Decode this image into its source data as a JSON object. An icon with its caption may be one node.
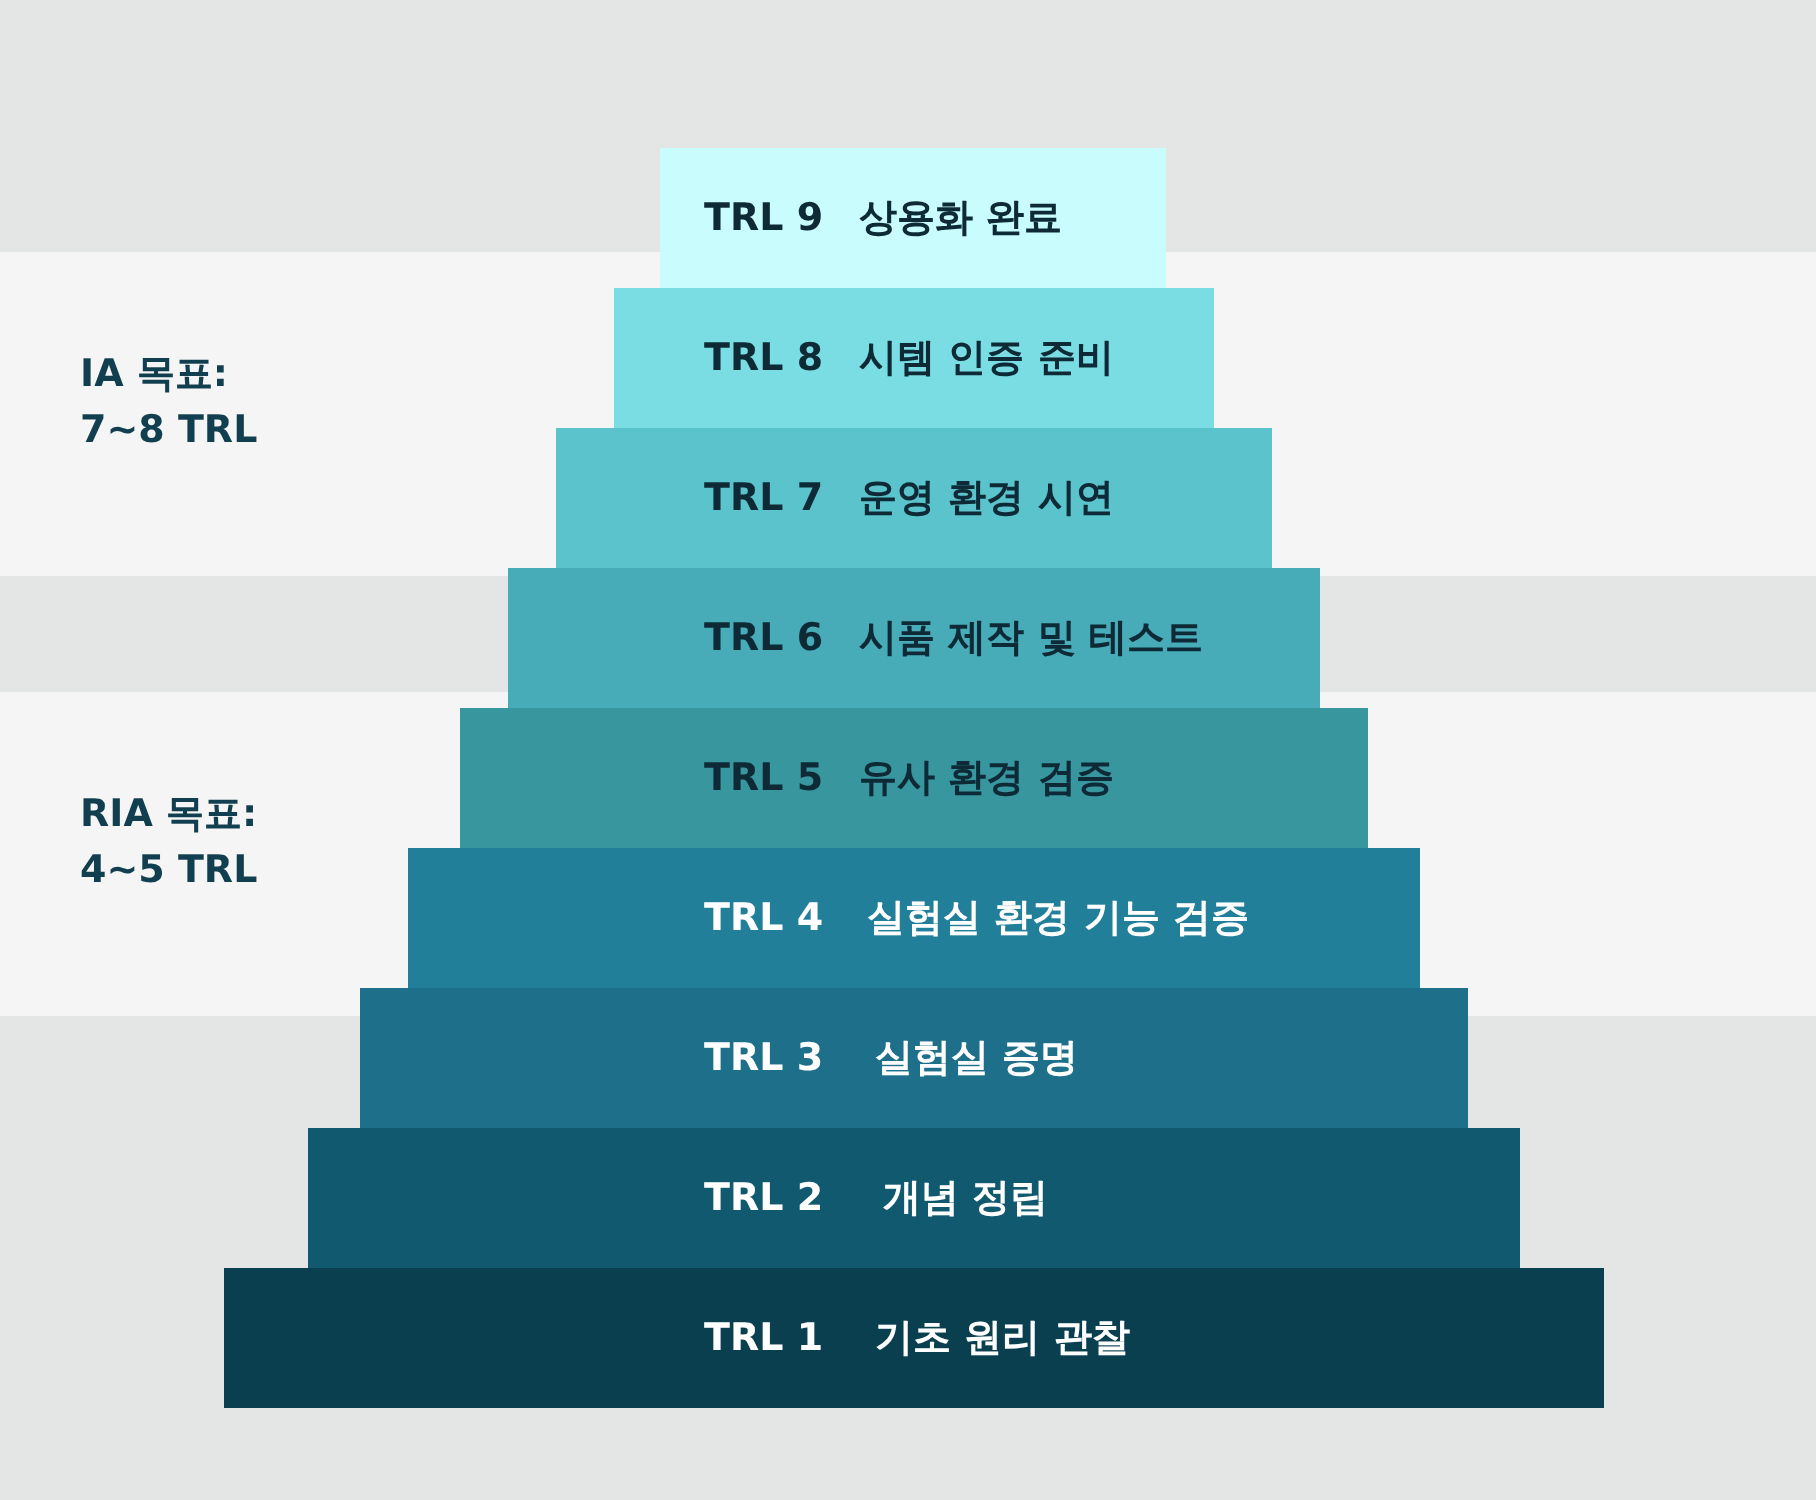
{
  "diagram": {
    "nodes": [
      {
        "text": [
          "TRL 9",
          "상용화 완료"
        ]
      },
      {
        "text": [
          "IA 목표: 7~8 TRL"
        ]
      },
      {
        "text": [
          "TRL 8",
          "시템 인증 준비"
        ],
        "in": 1
      },
      {
        "text": [
          "TRL 7",
          "운영 환경 시연"
        ],
        "in": 1
      },
      {
        "text": [
          "TRL 6",
          "시품 제작 및 테스트"
        ]
      },
      {
        "text": [
          "RIA 목표: 4~5 TRL"
        ]
      },
      {
        "text": [
          "TRL 5",
          "유사 환경 검증"
        ],
        "in": 5
      },
      {
        "text": [
          "TRL 4",
          "실험실 환경 기능 검증"
        ],
        "in": 5
      },
      {
        "text": [
          "TRL 3",
          "실험실 증명"
        ]
      },
      {
        "text": [
          "TRL 2",
          "개념 정립"
        ]
      },
      {
        "text": [
          "TRL 1",
          "기초 원리 관찰"
        ]
      }
    ]
  }
}
